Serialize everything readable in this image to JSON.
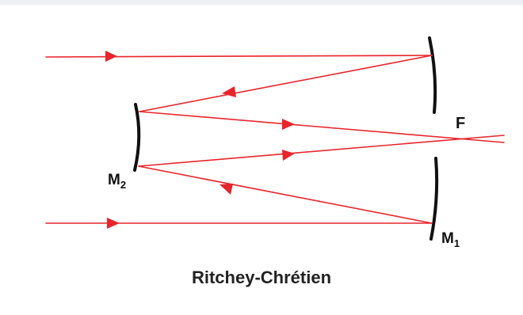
{
  "labels": {
    "focus": "F",
    "secondary_mirror": "M",
    "secondary_mirror_sub": "2",
    "primary_mirror": "M",
    "primary_mirror_sub": "1"
  },
  "caption": "Ritchey-Chrétien",
  "colors": {
    "ray": "#e8252b",
    "mirror": "#111111",
    "background": "#ffffff"
  }
}
